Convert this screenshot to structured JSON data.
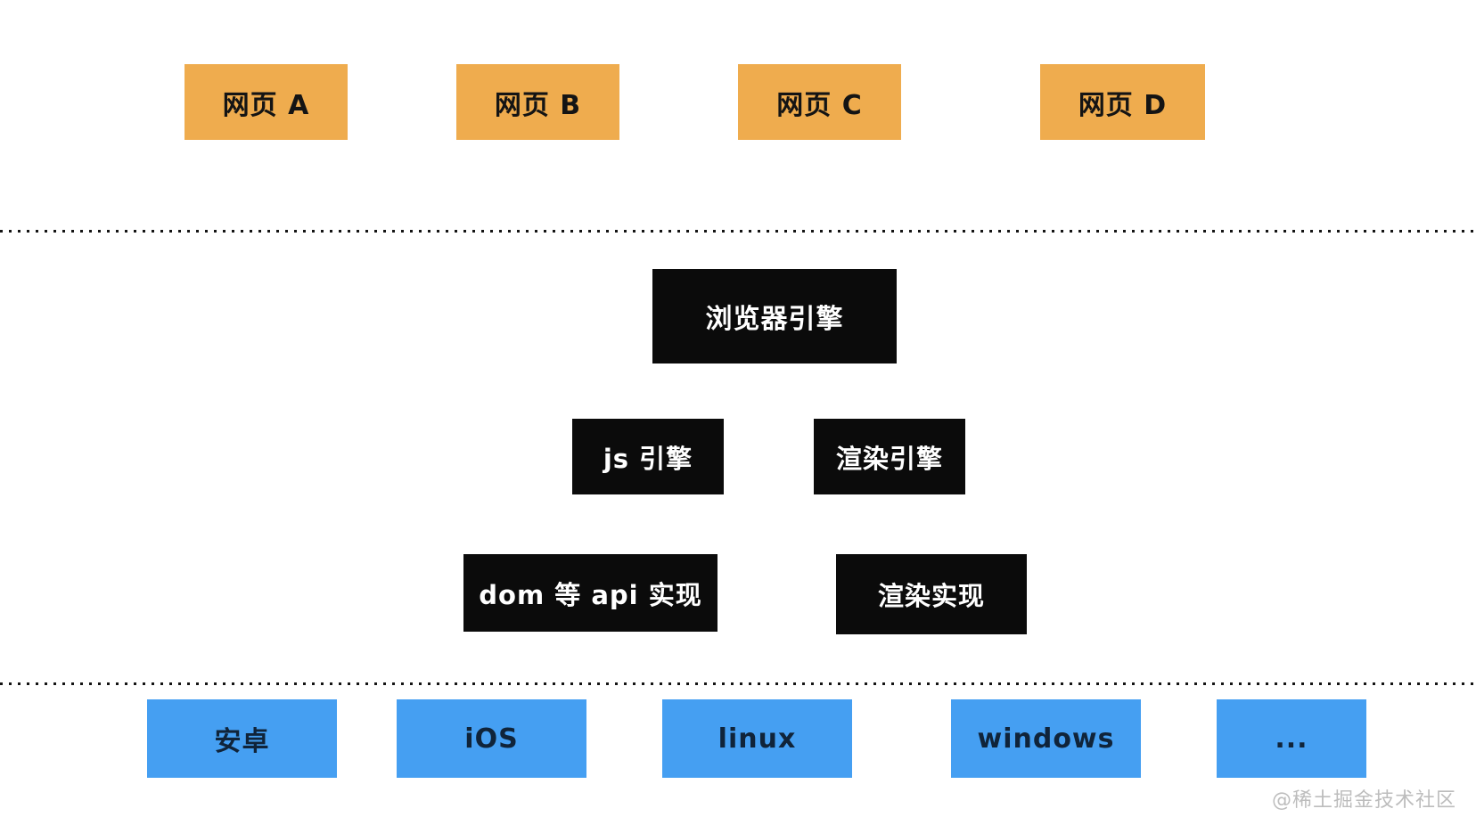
{
  "diagram": {
    "web_pages": [
      {
        "label": "网页 A"
      },
      {
        "label": "网页 B"
      },
      {
        "label": "网页 C"
      },
      {
        "label": "网页 D"
      }
    ],
    "browser_engine": {
      "label": "浏览器引擎"
    },
    "engines": [
      {
        "label": "js 引擎"
      },
      {
        "label": "渲染引擎"
      }
    ],
    "implementations": [
      {
        "label": "dom 等 api 实现"
      },
      {
        "label": "渲染实现"
      }
    ],
    "platforms": [
      {
        "label": "安卓"
      },
      {
        "label": "iOS"
      },
      {
        "label": "linux"
      },
      {
        "label": "windows"
      },
      {
        "label": "..."
      }
    ],
    "watermark": "@稀土掘金技术社区",
    "colors": {
      "web_page_fill": "#efac4e",
      "engine_fill": "#0b0b0b",
      "engine_text": "#ffffff",
      "platform_fill": "#459ff2",
      "box_text": "#141414",
      "separator_dot": "#141414",
      "watermark_text": "#bdbdbd",
      "background": "#ffffff"
    }
  }
}
